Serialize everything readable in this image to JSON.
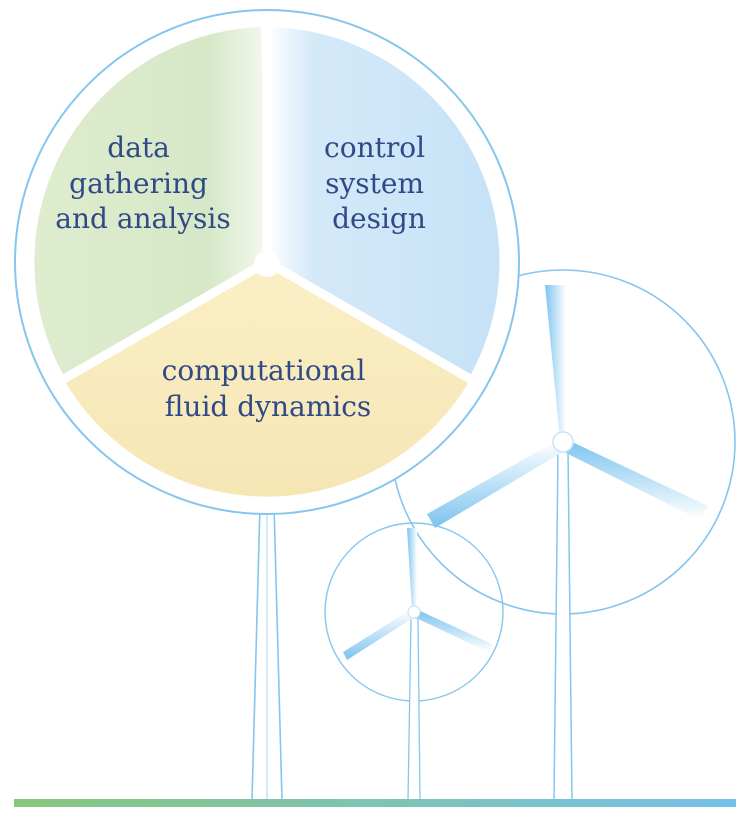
{
  "segments": {
    "data_analysis": {
      "lines": [
        "data",
        "gathering",
        "and analysis"
      ],
      "color": "#dbe9cf"
    },
    "control_design": {
      "lines": [
        "control",
        "system",
        "design"
      ],
      "color": "#cde5f7"
    },
    "cfd": {
      "lines": [
        "computational",
        "fluid dynamics"
      ],
      "color": "#f7e8b6"
    }
  },
  "colors": {
    "outline": "#86c6ee",
    "blade": "#8fccf1",
    "text": "#2f4a86",
    "ground_start": "#86c77c",
    "ground_end": "#74c0ea"
  }
}
